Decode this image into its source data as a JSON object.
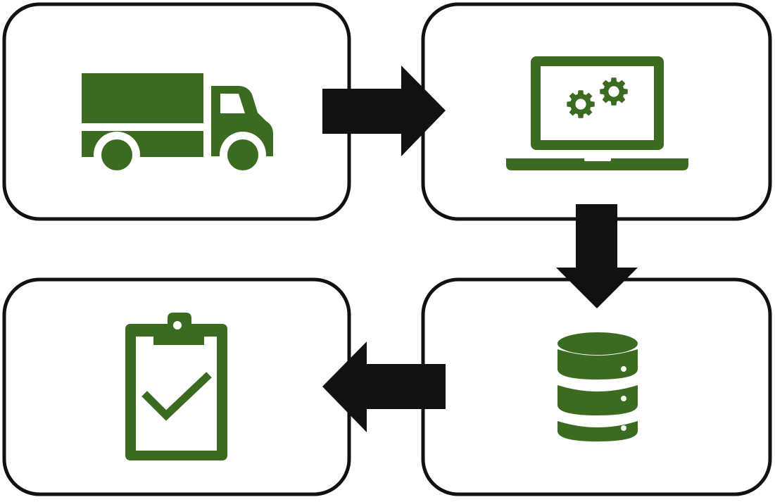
{
  "colors": {
    "icon": "#3a6b20",
    "border": "#111111",
    "arrow": "#111111",
    "background": "#ffffff"
  },
  "steps": [
    {
      "icon": "delivery-truck-icon"
    },
    {
      "icon": "laptop-gears-icon"
    },
    {
      "icon": "database-icon"
    },
    {
      "icon": "clipboard-check-icon"
    }
  ],
  "connectors": [
    {
      "from": 1,
      "to": 2,
      "direction": "right"
    },
    {
      "from": 2,
      "to": 3,
      "direction": "down"
    },
    {
      "from": 3,
      "to": 4,
      "direction": "left"
    }
  ]
}
